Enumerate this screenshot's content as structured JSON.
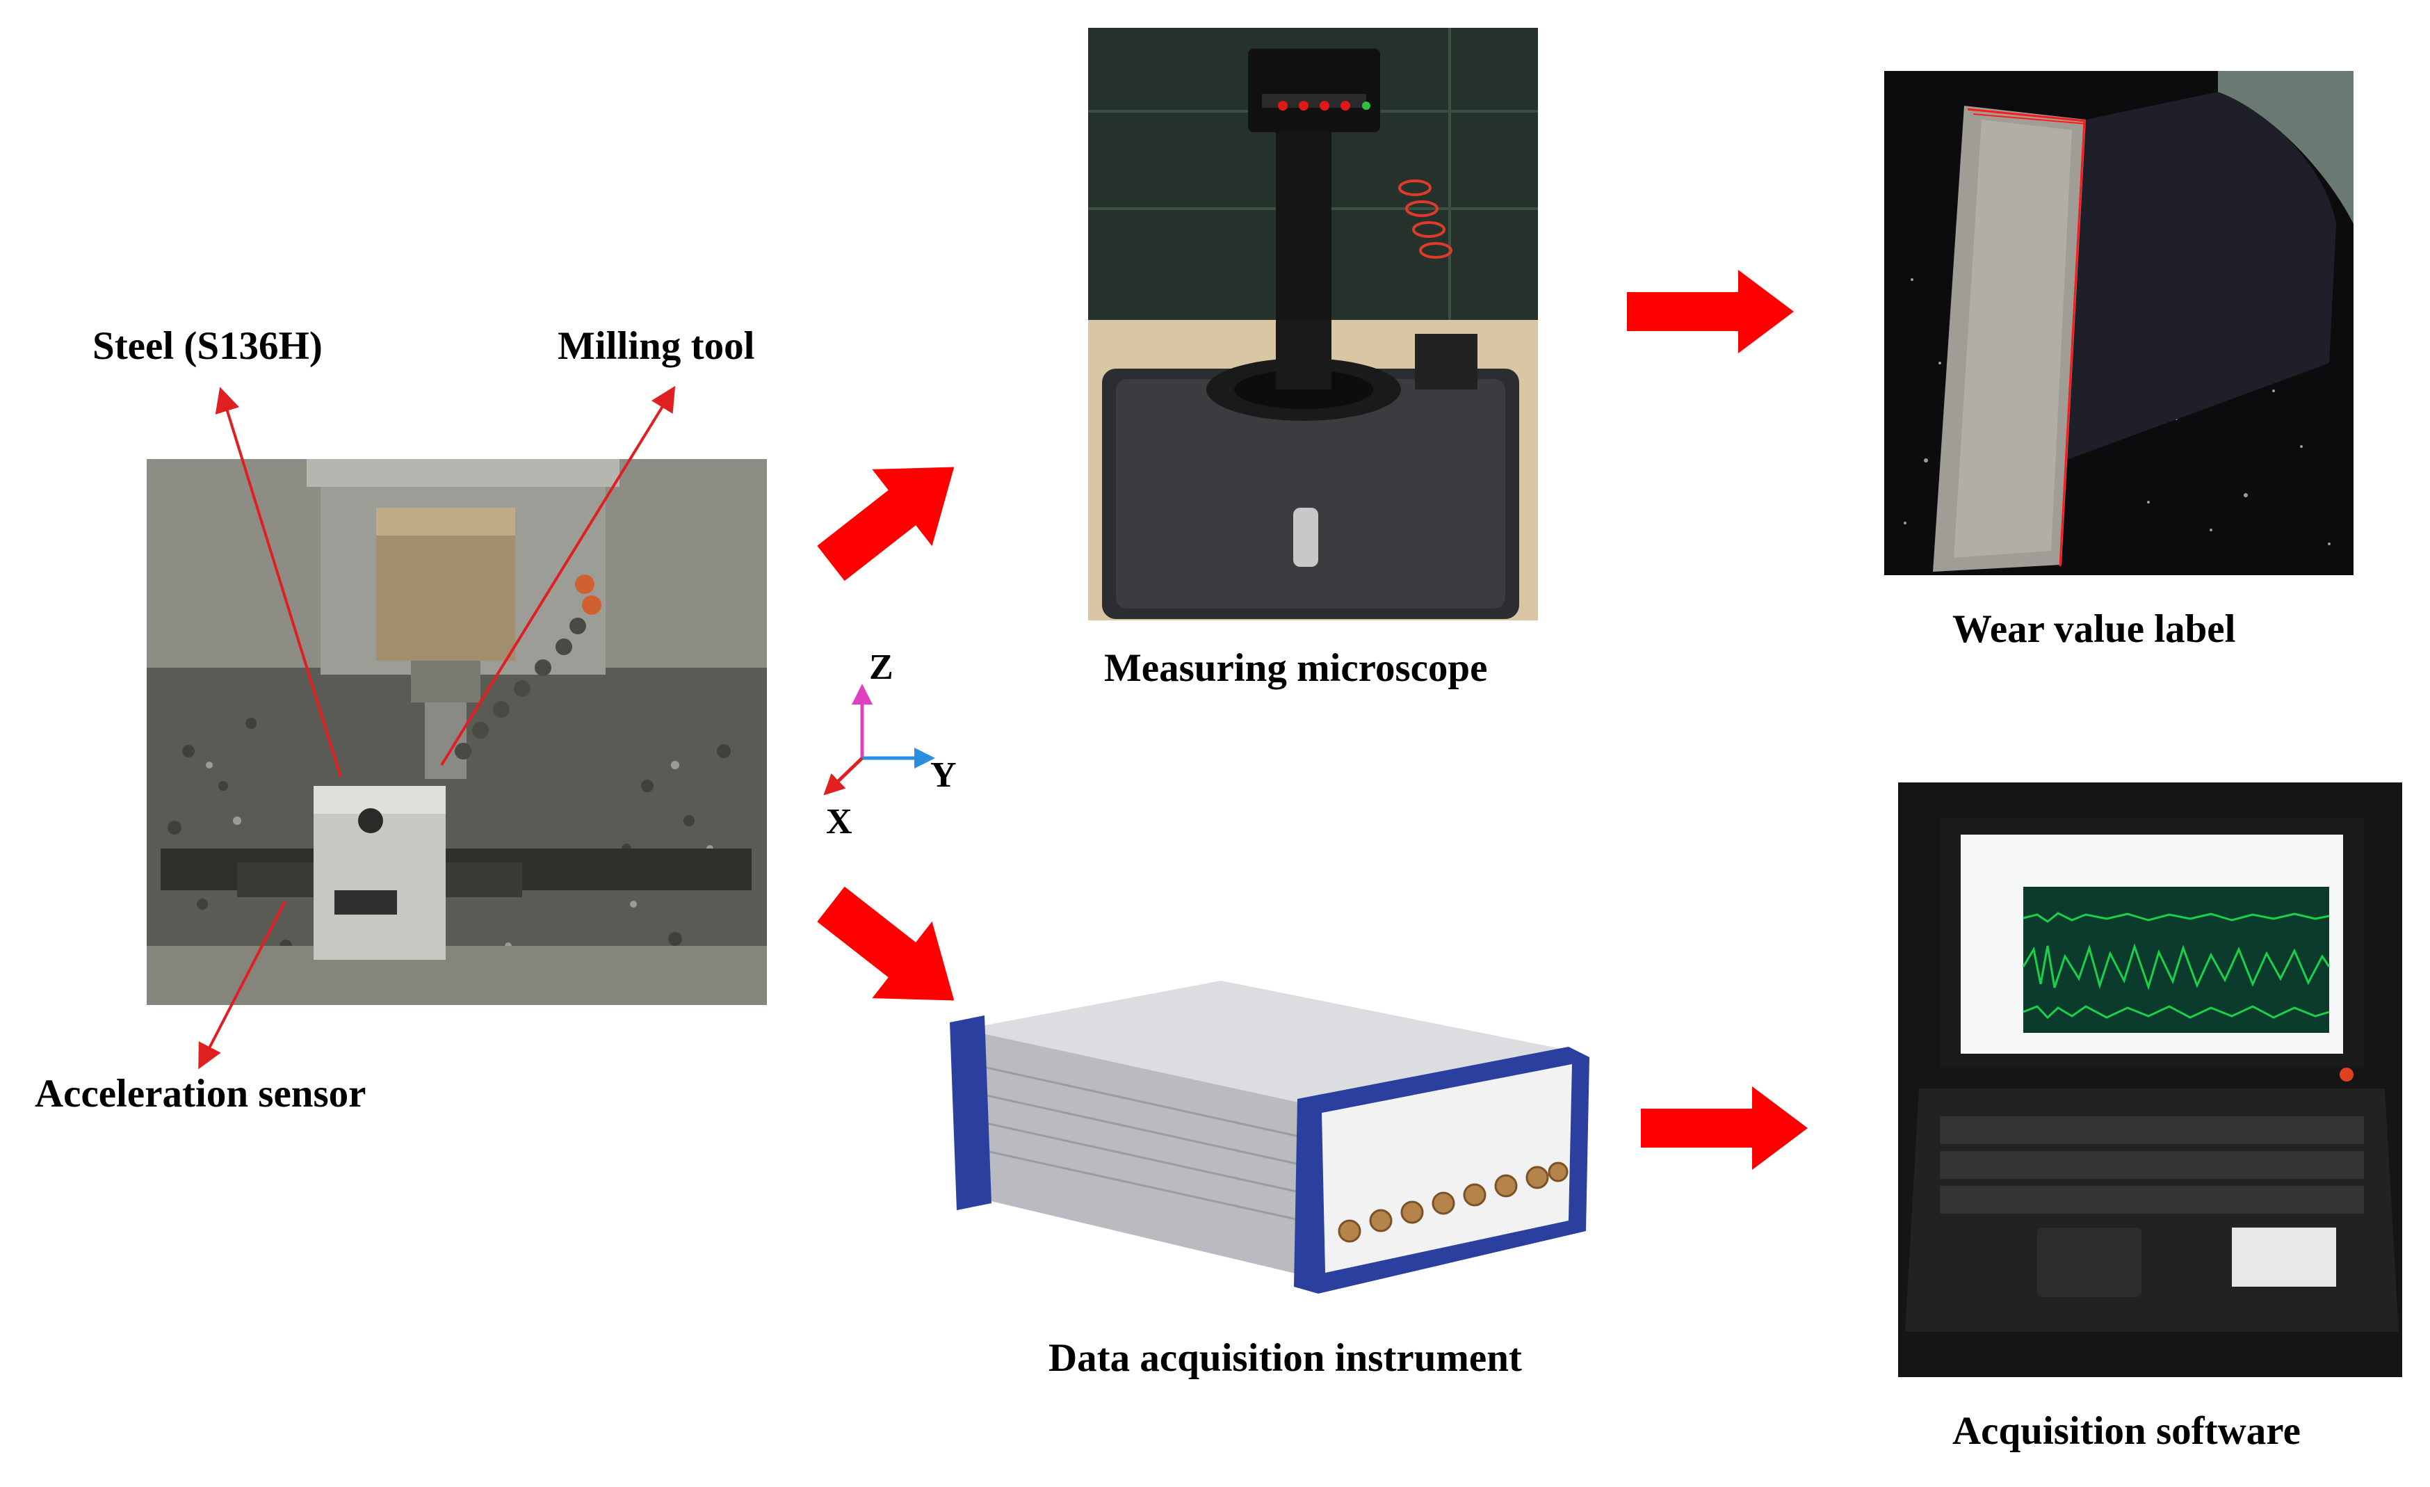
{
  "labels": {
    "steel": "Steel (S136H)",
    "milling_tool": "Milling tool",
    "acceleration_sensor": "Acceleration sensor",
    "measuring_microscope": "Measuring microscope",
    "wear_value_label": "Wear value label",
    "data_acquisition_instrument": "Data acquisition instrument",
    "acquisition_software": "Acquisition software"
  },
  "axes": {
    "z": "Z",
    "y": "Y",
    "x": "X"
  },
  "colors": {
    "flow_arrow": "#ff0000",
    "annotation_line": "#e02020",
    "axis_z": "#e040c0",
    "axis_y": "#2a8ee0",
    "axis_x": "#e02020",
    "instrument_blue": "#2b3f9e",
    "signal_green": "#19d24a"
  },
  "icons": [
    "flow-arrow",
    "axis-triad",
    "annotation-arrow"
  ]
}
